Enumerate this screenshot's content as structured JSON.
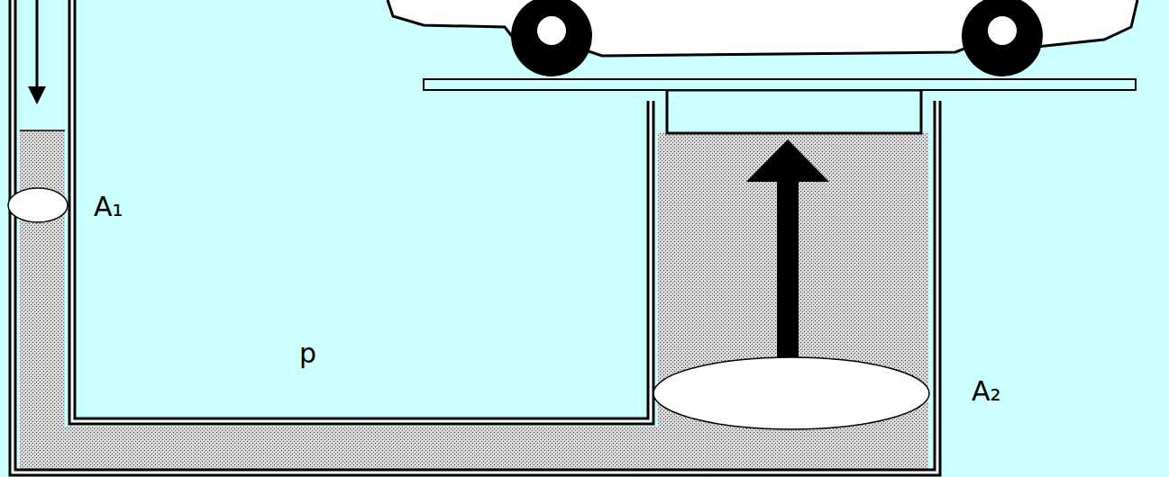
{
  "diagram": {
    "labels": [
      "A₁",
      "p",
      "A₂"
    ]
  }
}
